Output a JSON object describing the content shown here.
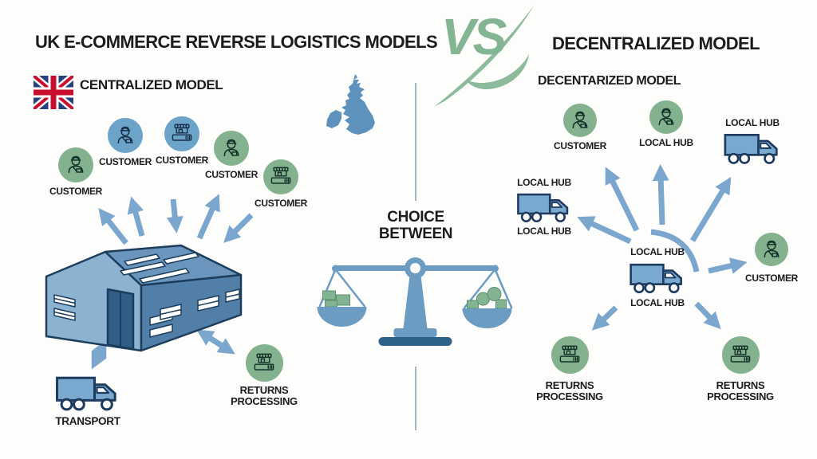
{
  "title": "UK E-COMMERCE REVERSE LOGISTICS MODELS",
  "vs_badge": "VS",
  "centralized": {
    "heading": "CENTRALIZED MODEL",
    "customers": [
      {
        "label": "CUSTOMER"
      },
      {
        "label": "CUSTOMER"
      },
      {
        "label": "CUSTOMER"
      },
      {
        "label": "CUSTOMER"
      },
      {
        "label": "CUSTOMER"
      }
    ],
    "transport_label": "TRANSPORT",
    "returns_label": "RETURNS PROCESSING"
  },
  "choice": {
    "line1": "CHOICE",
    "line2": "BETWEEN"
  },
  "decentralized": {
    "heading": "DECENTRALIZED MODEL",
    "subheading": "DECENTARIZED MODEL",
    "customer_top_label": "CUSTOMER",
    "hub_top_center_label": "LOCAL HUB",
    "hub_top_right_label": "LOCAL HUB",
    "hub_left_label_top": "LOCAL HUB",
    "hub_left_label_bottom": "LOCAL HUB",
    "hub_center_label_top": "LOCAL HUB",
    "hub_center_label_bottom": "LOCAL HUB",
    "customer_right_label": "CUSTOMER",
    "returns_left_label": "RETURNS PROCESSING",
    "returns_right_label": "RETURNS PROCESSING"
  },
  "colors": {
    "arrow_blue": "#7ba6cd",
    "circle_green": "#84b28e",
    "circle_blue": "#6ca3c9",
    "truck_blue": "#7aa9d0",
    "vs_green": "#84b593",
    "map_blue": "#5d92bd",
    "text_dark": "#1c1c1c"
  }
}
